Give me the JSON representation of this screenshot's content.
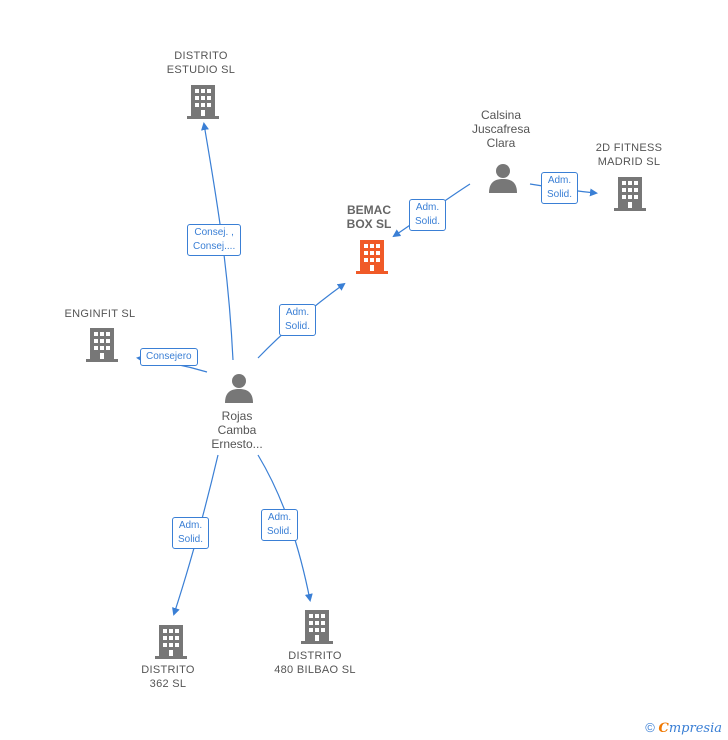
{
  "nodes": {
    "distrito_estudio": {
      "line1": "DISTRITO",
      "line2": "ESTUDIO  SL"
    },
    "calsina": {
      "line1": "Calsina",
      "line2": "Juscafresa",
      "line3": "Clara"
    },
    "fitness": {
      "line1": "2D FITNESS",
      "line2": "MADRID  SL"
    },
    "bemac": {
      "line1": "BEMAC",
      "line2": "BOX  SL"
    },
    "enginfit": {
      "line1": "ENGINFIT  SL"
    },
    "rojas": {
      "line1": "Rojas",
      "line2": "Camba",
      "line3": "Ernesto..."
    },
    "distrito_362": {
      "line1": "DISTRITO",
      "line2": "362  SL"
    },
    "distrito_480": {
      "line1": "DISTRITO",
      "line2": "480 BILBAO  SL"
    }
  },
  "edges": {
    "consej": {
      "line1": "Consej. ,",
      "line2": "Consej...."
    },
    "adm_bemac_rojas": {
      "line1": "Adm.",
      "line2": "Solid."
    },
    "adm_bemac_calsina": {
      "line1": "Adm.",
      "line2": "Solid."
    },
    "adm_fitness": {
      "line1": "Adm.",
      "line2": "Solid."
    },
    "consejero": {
      "line1": "Consejero"
    },
    "adm_362": {
      "line1": "Adm.",
      "line2": "Solid."
    },
    "adm_480": {
      "line1": "Adm.",
      "line2": "Solid."
    }
  },
  "footer": {
    "copyright": "©",
    "brand_first": "C",
    "brand_rest": "mpresia"
  },
  "colors": {
    "edge": "#3a7fd5",
    "company": "#777777",
    "focus_company": "#f05a28",
    "person": "#777777"
  }
}
